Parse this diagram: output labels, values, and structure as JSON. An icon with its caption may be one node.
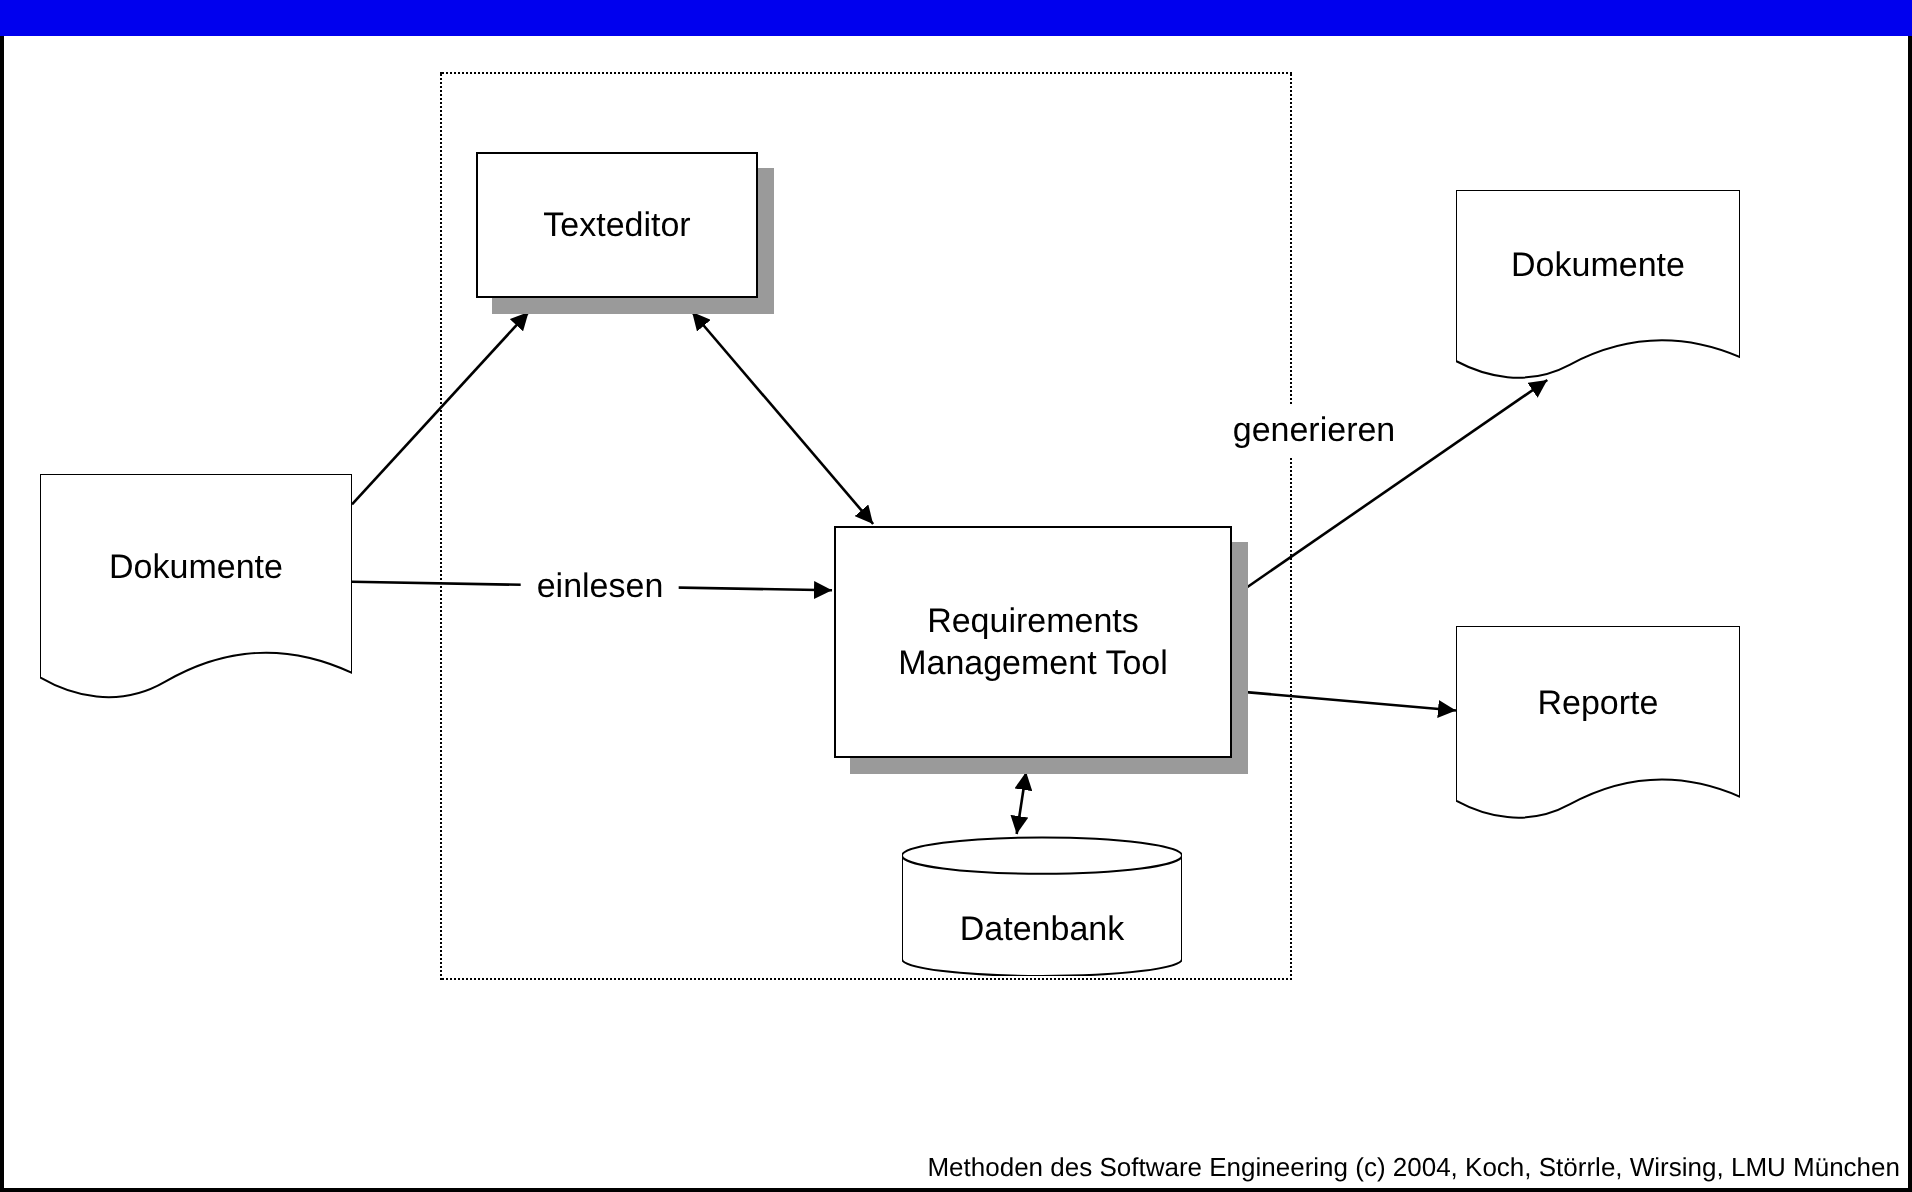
{
  "diagram": {
    "caption": "Methoden des Software Engineering (c) 2004, Koch, Störrle, Wirsing, LMU München",
    "nodes": [
      {
        "text": [],
        "shape": "box"
      },
      {
        "text": [
          "Texteditor"
        ],
        "in": 0
      },
      {
        "text": [
          "Dokumente"
        ]
      },
      {
        "text": [
          "Requirements Management Tool"
        ],
        "in": 0
      },
      {
        "text": [
          "Datenbank"
        ],
        "in": 0
      },
      {
        "text": [
          "Dokumente"
        ]
      },
      {
        "text": [
          "Reporte"
        ]
      }
    ],
    "edges": [
      {
        "from": 2,
        "to": 1,
        "arrow": "to"
      },
      {
        "from": 1,
        "to": 3,
        "arrow": "both"
      },
      {
        "from": 2,
        "to": 3,
        "arrow": "to",
        "label": "einlesen"
      },
      {
        "from": 3,
        "to": 5,
        "arrow": "to",
        "label": "generieren"
      },
      {
        "from": 3,
        "to": 6,
        "arrow": "to"
      },
      {
        "from": 3,
        "to": 4,
        "arrow": "both"
      }
    ]
  }
}
